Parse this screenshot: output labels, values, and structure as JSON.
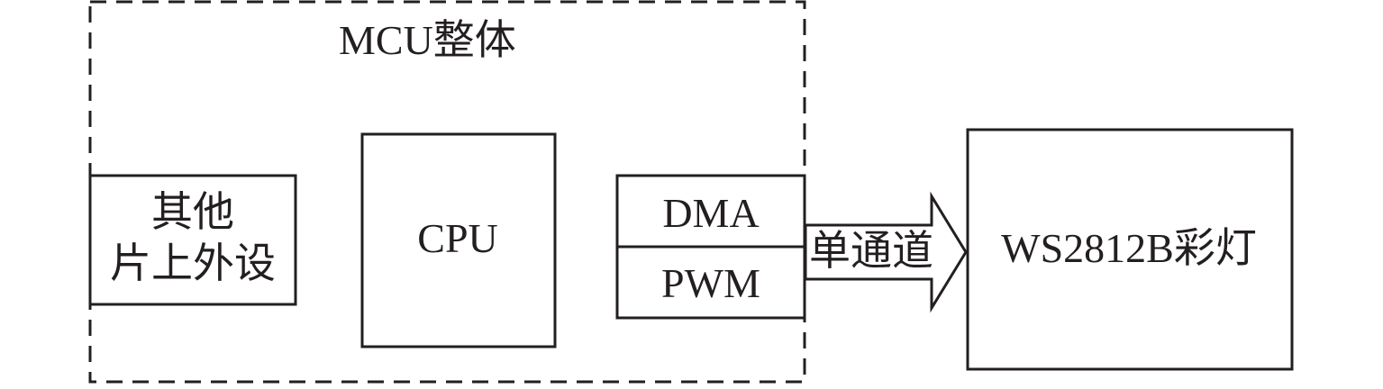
{
  "diagram": {
    "mcu_group": {
      "label": "MCU整体"
    },
    "peripherals_box": {
      "line1": "其他",
      "line2": "片上外设"
    },
    "cpu_box": {
      "label": "CPU"
    },
    "dma_box": {
      "label": "DMA"
    },
    "pwm_box": {
      "label": "PWM"
    },
    "arrow": {
      "label": "单通道"
    },
    "led_box": {
      "label": "WS2812B彩灯"
    },
    "colors": {
      "stroke": "#231f20",
      "background": "#ffffff"
    }
  }
}
